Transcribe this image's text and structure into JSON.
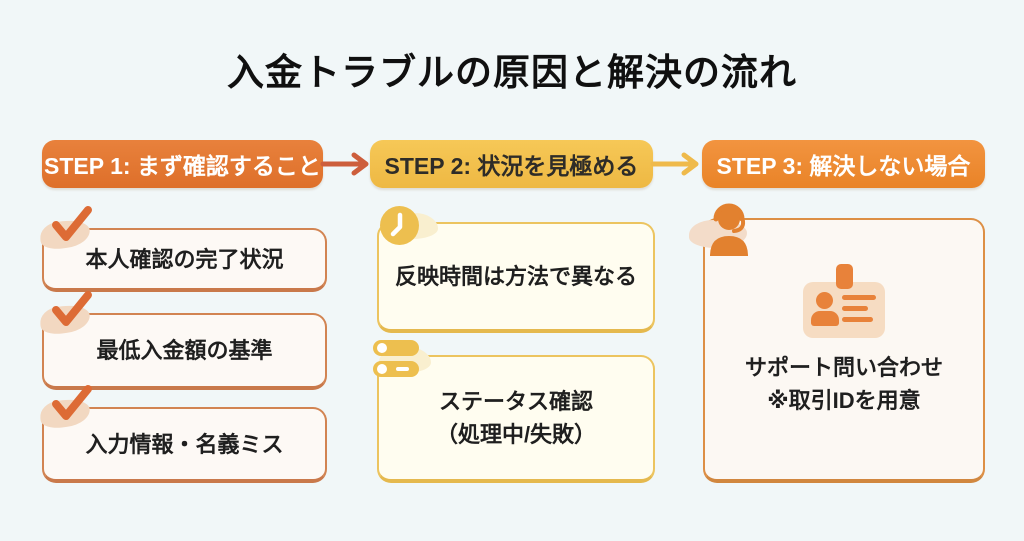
{
  "page": {
    "title": "入金トラブルの原因と解決の流れ"
  },
  "steps": [
    {
      "label": "STEP 1: まず確認すること",
      "items": [
        {
          "icon": "check-icon",
          "text": "本人確認の完了状況"
        },
        {
          "icon": "check-icon",
          "text": "最低入金額の基準"
        },
        {
          "icon": "check-icon",
          "text": "入力情報・名義ミス"
        }
      ]
    },
    {
      "label": "STEP 2: 状況を見極める",
      "items": [
        {
          "icon": "clock-icon",
          "text": "反映時間は方法で異なる"
        },
        {
          "icon": "toggles-icon",
          "text": "ステータス確認\n（処理中/失敗）"
        }
      ]
    },
    {
      "label": "STEP 3: 解決しない場合",
      "items": [
        {
          "icon": "headset-icon",
          "inner_icon": "id-card-icon",
          "text": "サポート問い合わせ\n※取引IDを用意"
        }
      ]
    }
  ],
  "colors": {
    "background": "#f1f7f8",
    "title_text": "#101010",
    "step1_header_bg": "#e2752f",
    "step2_header_bg": "#f2c14e",
    "step3_header_bg": "#ee8a31",
    "arrow_step1_to_step2": "#cd5e3c",
    "arrow_step2_to_step3": "#efba4b",
    "column1_border": "#d28452",
    "column2_border": "#ecc45f",
    "column3_border": "#dd8f45",
    "icon_orange": "#e2812f",
    "icon_amber": "#edbf4f"
  }
}
